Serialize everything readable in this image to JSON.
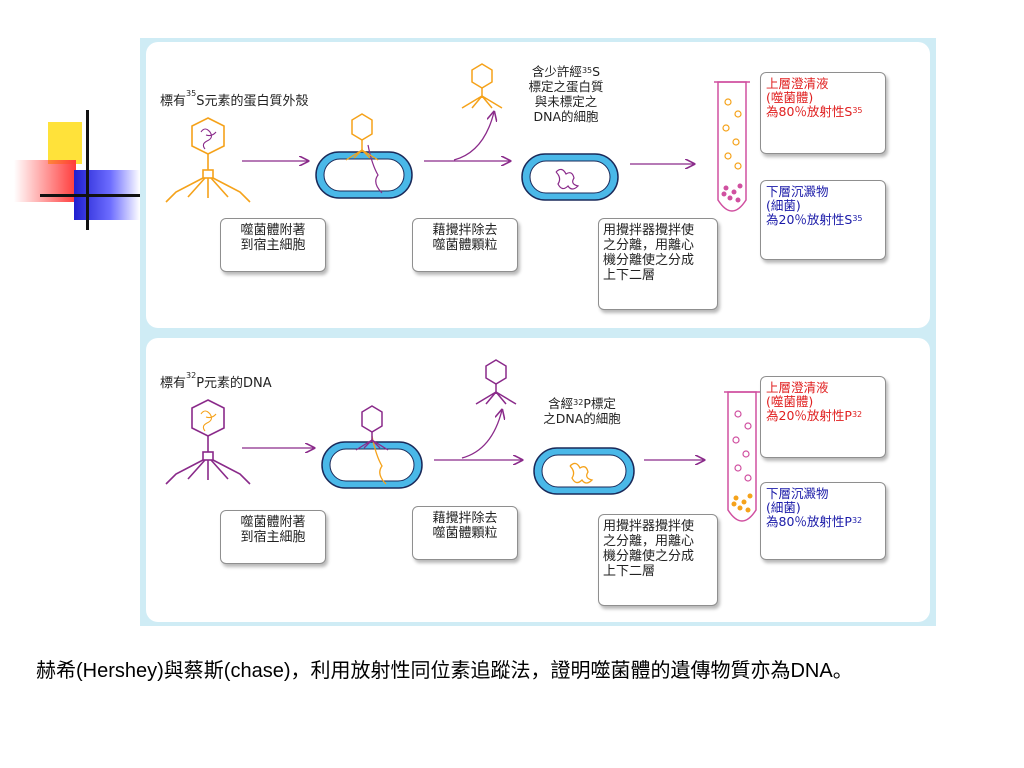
{
  "top_panel": {
    "label_prefix": "標有",
    "label_sup": "35",
    "label_suffix": "S元素的蛋白質外殼",
    "infected_prefix": "含少許經",
    "infected_sup": "35",
    "infected_line1_end": "S",
    "infected_line2": "標定之蛋白質",
    "infected_line3": "與未標定之",
    "infected_line4": "DNA的細胞",
    "box_attach": [
      "噬菌體附著",
      "到宿主細胞"
    ],
    "box_blend": [
      "藉攪拌除去",
      "噬菌體顆粒"
    ],
    "box_centrifuge": [
      "用攪拌器攪拌使",
      "之分離，用離心",
      "機分離使之分成",
      "上下二層"
    ],
    "result_upper": {
      "line1": "上層澄清液",
      "line2": "(噬菌體)",
      "line3": "為80％放射性S",
      "sup": "35"
    },
    "result_lower": {
      "line1": "下層沉澱物",
      "line2": "(細菌)",
      "line3": "為20％放射性S",
      "sup": "35"
    }
  },
  "bottom_panel": {
    "label_prefix": "標有",
    "label_sup": "32",
    "label_suffix": "P元素的DNA",
    "infected_prefix": "含經",
    "infected_sup": "32",
    "infected_line1_end": "P標定",
    "infected_line2": "之DNA的細胞",
    "box_attach": [
      "噬菌體附著",
      "到宿主細胞"
    ],
    "box_blend": [
      "藉攪拌除去",
      "噬菌體顆粒"
    ],
    "box_centrifuge": [
      "用攪拌器攪拌使",
      "之分離，用離心",
      "機分離使之分成",
      "上下二層"
    ],
    "result_upper": {
      "line1": "上層澄清液",
      "line2": "(噬菌體)",
      "line3": "為20％放射性P",
      "sup": "32"
    },
    "result_lower": {
      "line1": "下層沉澱物",
      "line2": "(細菌)",
      "line3": "為80％放射性P",
      "sup": "32"
    }
  },
  "caption": {
    "text": "赫希(Hershey)與蔡斯(chase)，利用放射性同位素追蹤法，證明噬菌體的遺傳物質亦為DNA。"
  },
  "colors": {
    "background": "#ffffff",
    "figure_frame": "#cfecf5",
    "bacterium_fill": "#4ab8e8",
    "arrow": "#8a2a8a",
    "phage_top": "#f5a21a",
    "phage_bottom": "#8a2a8a",
    "highlight_red": "#e02020",
    "highlight_blue": "#1a1aa8"
  }
}
